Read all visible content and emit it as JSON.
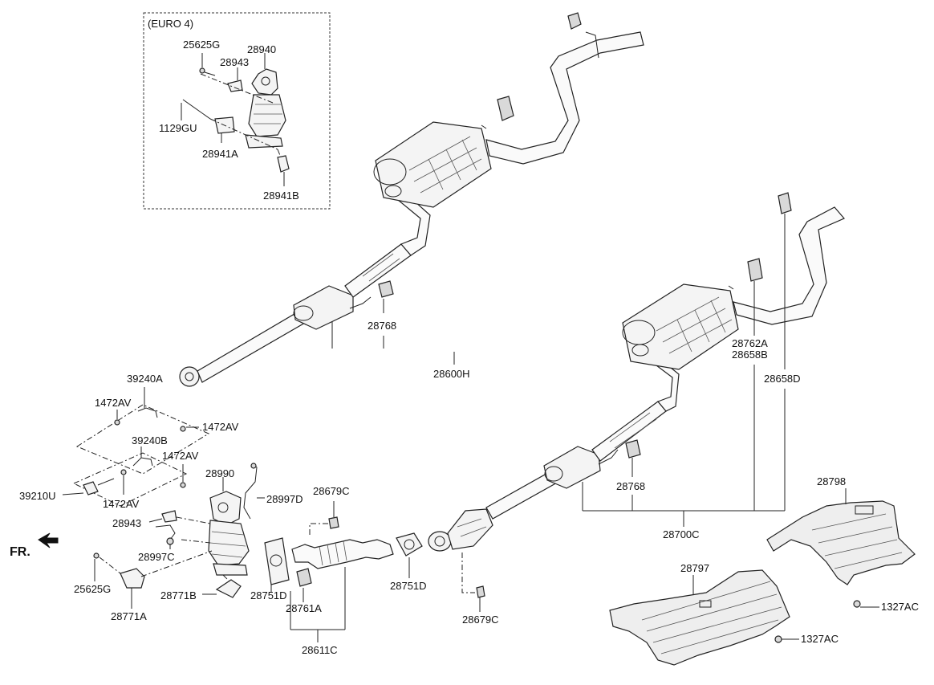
{
  "euro_box": {
    "title": "(EURO 4)"
  },
  "labels": {
    "l_25625G_a": "25625G",
    "l_28940": "28940",
    "l_28943_a": "28943",
    "l_1129GU": "1129GU",
    "l_28941A": "28941A",
    "l_28941B": "28941B",
    "l_28768_a": "28768",
    "l_28600H": "28600H",
    "l_39240A": "39240A",
    "l_1472AV_a": "1472AV",
    "l_1472AV_b": "1472AV",
    "l_39240B": "39240B",
    "l_1472AV_c": "1472AV",
    "l_39210U": "39210U",
    "l_1472AV_d": "1472AV",
    "l_28990": "28990",
    "l_28997D": "28997D",
    "l_28679C_a": "28679C",
    "l_28943_b": "28943",
    "l_28997C": "28997C",
    "l_25625G_b": "25625G",
    "l_28771A": "28771A",
    "l_28771B": "28771B",
    "l_28751D_a": "28751D",
    "l_28761A": "28761A",
    "l_28751D_b": "28751D",
    "l_28611C": "28611C",
    "l_28679C_b": "28679C",
    "l_28762A": "28762A",
    "l_28658B": "28658B",
    "l_28658D": "28658D",
    "l_28768_b": "28768",
    "l_28700C": "28700C",
    "l_28798": "28798",
    "l_28797": "28797",
    "l_1327AC_a": "1327AC",
    "l_1327AC_b": "1327AC",
    "l_FR": "FR."
  }
}
